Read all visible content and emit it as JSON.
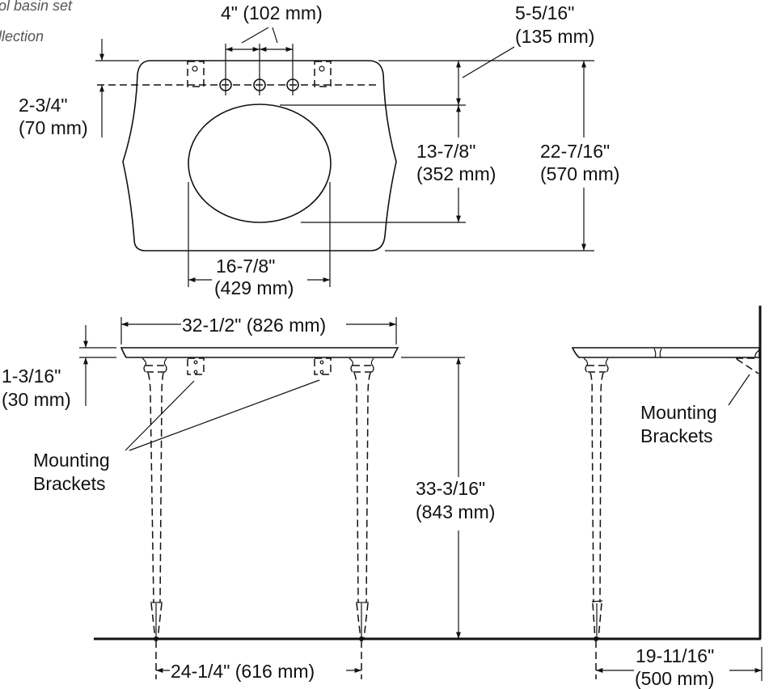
{
  "caption": {
    "line1": "ol basin set",
    "line2": "llection"
  },
  "top_view": {
    "faucet_spacing": "4\" (102 mm)",
    "front_to_bowl": {
      "imperial": "5-5/16\"",
      "metric": "(135 mm)"
    },
    "back_offset": {
      "imperial": "2-3/4\"",
      "metric": "(70 mm)"
    },
    "bowl_depth": {
      "imperial": "13-7/8\"",
      "metric": "(352 mm)"
    },
    "overall_depth": {
      "imperial": "22-7/16\"",
      "metric": "(570 mm)"
    },
    "bowl_width": {
      "imperial": "16-7/8\"",
      "metric": "(429 mm)"
    }
  },
  "front_view": {
    "overall_width": "32-1/2\" (826 mm)",
    "top_thickness": {
      "imperial": "1-3/16\"",
      "metric": "(30 mm)"
    },
    "mounting_brackets": {
      "line1": "Mounting",
      "line2": "Brackets"
    },
    "height": {
      "imperial": "33-3/16\"",
      "metric": "(843 mm)"
    },
    "leg_spacing": "24-1/4\" (616 mm)"
  },
  "side_view": {
    "mounting_brackets": {
      "line1": "Mounting",
      "line2": "Brackets"
    },
    "leg_to_wall": {
      "imperial": "19-11/16\"",
      "metric": "(500 mm)"
    }
  }
}
